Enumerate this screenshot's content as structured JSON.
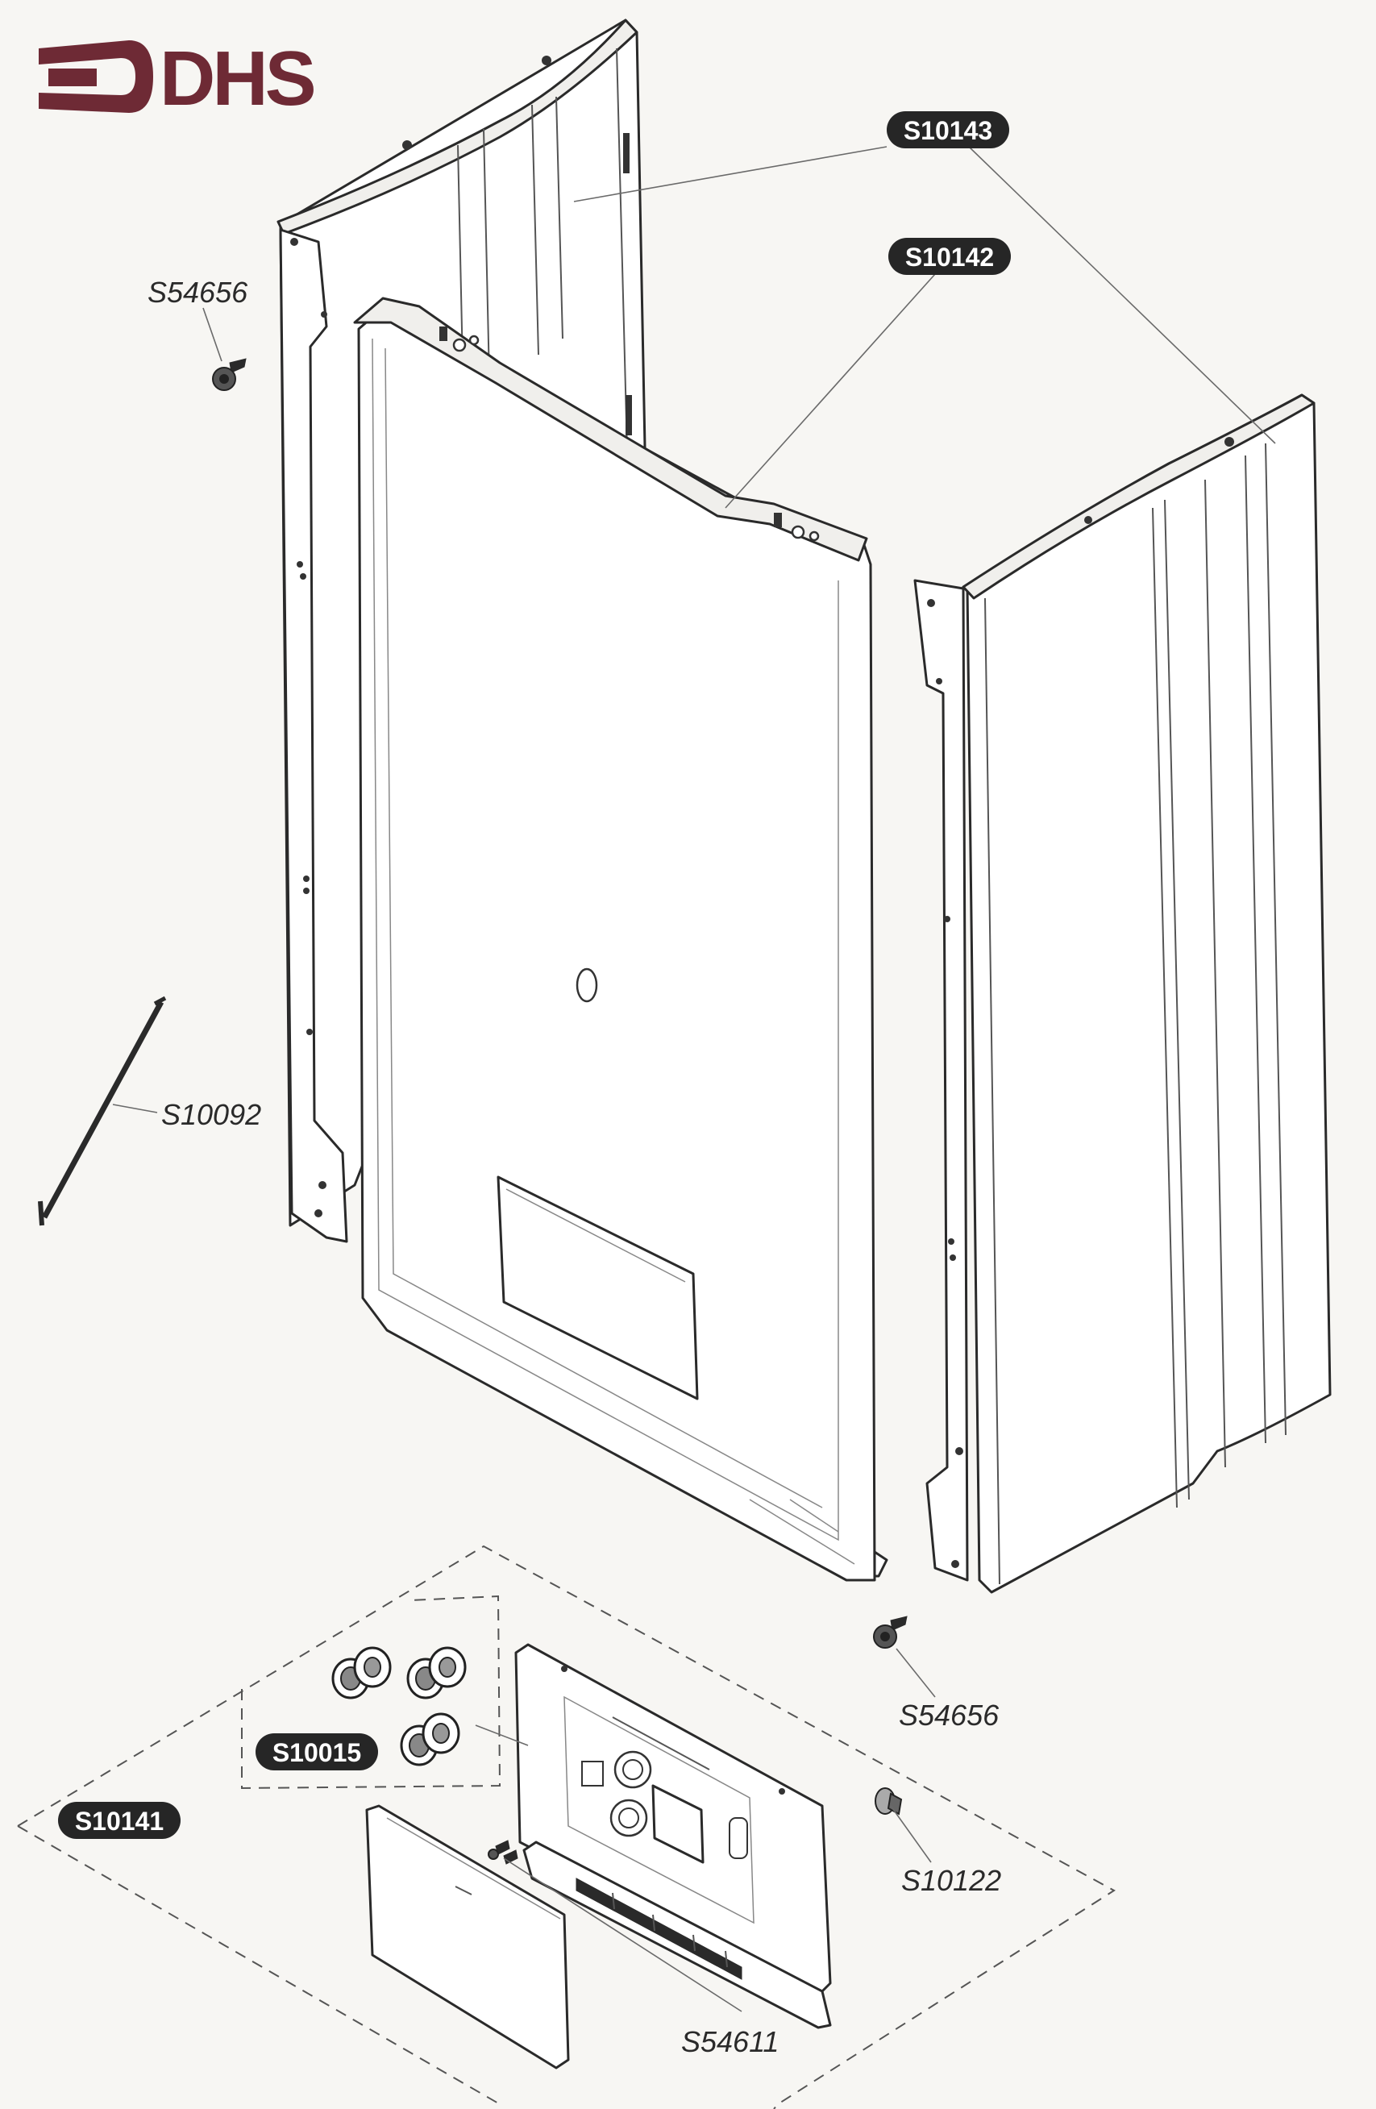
{
  "logo": {
    "text": "DHS",
    "color": "#6e2a35"
  },
  "badges": {
    "s10143": "S10143",
    "s10142": "S10142",
    "s10015": "S10015",
    "s10141": "S10141"
  },
  "labels": {
    "s54656_top": "S54656",
    "s10092": "S10092",
    "s54656_bottom": "S54656",
    "s10122": "S10122",
    "s54611": "S54611"
  }
}
